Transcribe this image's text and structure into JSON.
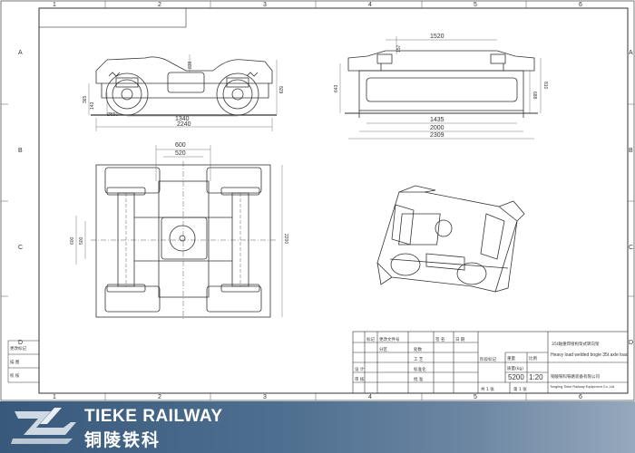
{
  "sheet": {
    "col_markers": [
      "1",
      "2",
      "3",
      "4",
      "5",
      "6"
    ],
    "row_markers": [
      "A",
      "B",
      "C",
      "D"
    ]
  },
  "side_view": {
    "dims": {
      "width_total": "2240",
      "wheelbase": "1340",
      "wheel_dia": "Ø850",
      "height": "829",
      "pad": "838",
      "h1": "365",
      "h2": "143"
    }
  },
  "end_view": {
    "dims": {
      "top": "1520",
      "w1435": "1435",
      "w2000": "2000",
      "w2309": "2309",
      "left_h": "643",
      "right_h1": "688",
      "right_h2": "810",
      "slope": "157"
    }
  },
  "plan_view": {
    "dims": {
      "top600": "600",
      "top520": "520",
      "right2200": "2200",
      "left600": "600",
      "left500": "500"
    }
  },
  "title_block": {
    "title_cn": "35t轴重焊接构架式转向架",
    "title_en_1": "Heavy load welded bogie 35t axle load",
    "scale_value": "1:20",
    "weight": "5200",
    "weight_label": "重量",
    "scale_label": "比例",
    "stage_label": "阶段标记",
    "sheet_total": "共 1 张",
    "sheet_no": "第 1 张",
    "company_cn": "铜陵铁科铁路装备有限公司",
    "company_en": "Tongling Tieke Railway Equipment Co.,Ltd",
    "mass_label": "质量(kg)",
    "design_label": "设 计",
    "check_label": "审 核",
    "process_label": "工 艺",
    "approve_label": "批 准",
    "std_label": "标准化",
    "date_label": "日 期",
    "signature_label": "签 名",
    "revision_label": "更改文件号",
    "mark_label": "标记",
    "count_label": "处数",
    "zone_label": "分区"
  },
  "left_margin_table": {
    "row1": "更改标记",
    "row2": "描 图",
    "row3": "校 核"
  },
  "brand": {
    "name_en": "TIEKE RAILWAY",
    "name_cn": "铜陵铁科",
    "logo_letters": "TL"
  },
  "colors": {
    "brand_bar": "#4f6f90",
    "brand_text": "#ffffff",
    "line": "#333333"
  }
}
